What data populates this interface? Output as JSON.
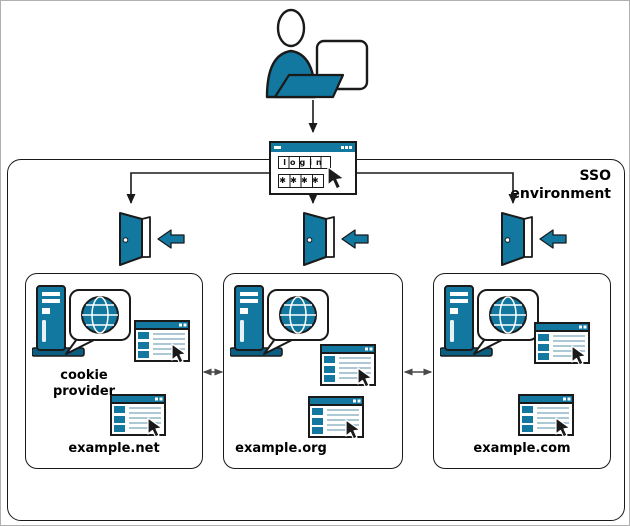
{
  "sso": {
    "environment_label": "SSO\nenvironment"
  },
  "login_window": {
    "username_text": "login",
    "password_mask": "✱✱✱✱"
  },
  "domains": [
    {
      "label": "example.net",
      "role_label": "cookie\nprovider"
    },
    {
      "label": "example.org"
    },
    {
      "label": "example.com"
    }
  ],
  "colors": {
    "accent_teal": "#1278A0",
    "accent_dark_teal": "#0C5E80",
    "outline_dark": "#1A1A1A",
    "double_arrow_gray": "#4A4A4A"
  },
  "icons": [
    "user-icon",
    "laptop-icon",
    "login-window-icon",
    "cursor-icon",
    "door-icon",
    "entry-arrow-icon",
    "server-icon",
    "speech-bubble-icon",
    "globe-icon",
    "browser-window-icon",
    "double-arrow-icon",
    "connector-arrow-icon"
  ]
}
